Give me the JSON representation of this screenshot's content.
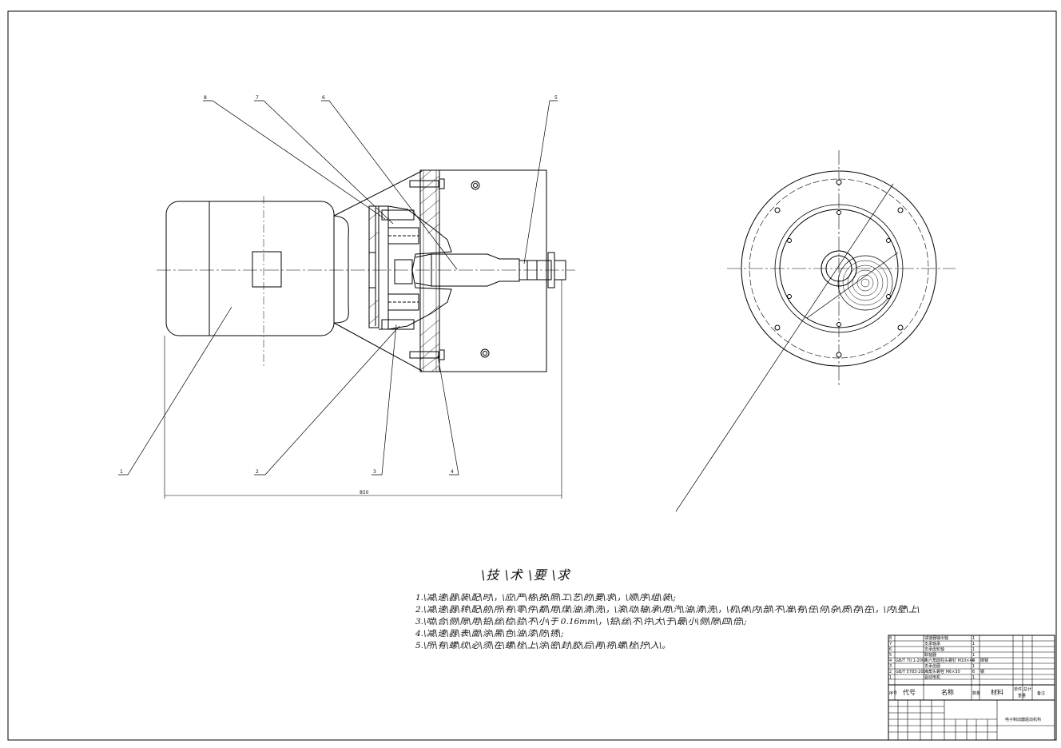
{
  "drawing": {
    "leaders": [
      "1",
      "2",
      "3",
      "4",
      "5",
      "6",
      "7",
      "8"
    ],
    "dimension_overall": "850",
    "technical_requirements": {
      "title": "\\技 \\术 \\要 \\求",
      "items": [
        "1.\\减\\速\\器\\装\\配\\时\\，\\应\\严\\格\\按\\照\\工\\艺\\的\\要\\求\\，\\顺\\序\\组\\装\\;",
        "2.\\减\\速\\器\\转\\配\\前\\所\\有\\零\\件\\都\\用\\煤\\油\\清\\洗\\，\\滚\\动\\轴\\承\\用\\汽\\油\\清\\洗\\，\\机\\体\\内\\部\\不\\准\\有\\任\\何\\杂\\质\\存\\在\\，\\内\\壁\\上\\",
        "3.\\啮\\合\\侧\\隙\\用\\铅\\丝\\检\\验\\不\\小\\于   0.16mm\\，\\铅\\丝\\不\\许\\大\\于\\最\\小\\侧\\隙\\四\\倍\\;",
        "4.\\减\\速\\器\\表\\面\\涂\\黑\\色\\油\\漆\\防\\锈\\;",
        "5.\\所\\有\\螺\\纹\\必\\须\\在\\螺\\栓\\上\\涂\\密\\封\\胶\\后\\再\\将\\螺\\栓\\拧\\入\\。"
      ]
    },
    "title_block": {
      "headers": [
        "序号",
        "代号",
        "名称",
        "数量",
        "材料",
        "单件",
        "总计",
        "备注"
      ],
      "header_sub": "重量",
      "drawing_name": "电子制动器驱动机构",
      "parts": [
        {
          "no": "8",
          "code": "",
          "name": "减速器输出轴",
          "qty": "1",
          "material": ""
        },
        {
          "no": "7",
          "code": "",
          "name": "支承轴承",
          "qty": "1",
          "material": ""
        },
        {
          "no": "6",
          "code": "",
          "name": "支承齿轮轴",
          "qty": "1",
          "material": ""
        },
        {
          "no": "5",
          "code": "",
          "name": "联轴器",
          "qty": "1",
          "material": ""
        },
        {
          "no": "4",
          "code": "GB/T 70.1-2008",
          "name": "内六角圆柱头螺钉 M10×40",
          "qty": "4",
          "material": "碳钢"
        },
        {
          "no": "3",
          "code": "",
          "name": "支承齿圈",
          "qty": "1",
          "material": ""
        },
        {
          "no": "2",
          "code": "GB/T 5783-2000",
          "name": "六角头螺栓 M6×30",
          "qty": "6",
          "material": "钢"
        },
        {
          "no": "1",
          "code": "",
          "name": "驱动电机",
          "qty": "1",
          "material": ""
        }
      ]
    }
  }
}
